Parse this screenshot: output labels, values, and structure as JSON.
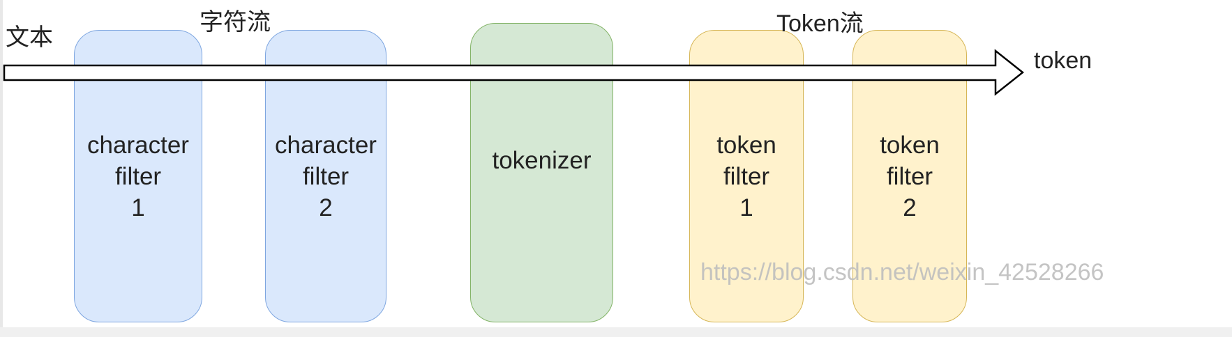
{
  "diagram": {
    "labels": {
      "input_text": "文本",
      "char_stream": "字符流",
      "token_stream": "Token流",
      "output": "token"
    },
    "boxes": [
      {
        "id": "char-filter-1",
        "label": "character\nfilter\n1",
        "color": "#dae8fc"
      },
      {
        "id": "char-filter-2",
        "label": "character\nfilter\n2",
        "color": "#dae8fc"
      },
      {
        "id": "tokenizer",
        "label": "tokenizer",
        "color": "#d5e8d4"
      },
      {
        "id": "token-filter-1",
        "label": "token\nfilter\n1",
        "color": "#fff2cc"
      },
      {
        "id": "token-filter-2",
        "label": "token\nfilter\n2",
        "color": "#fff2cc"
      }
    ],
    "watermark": "https://blog.csdn.net/weixin_42528266"
  }
}
